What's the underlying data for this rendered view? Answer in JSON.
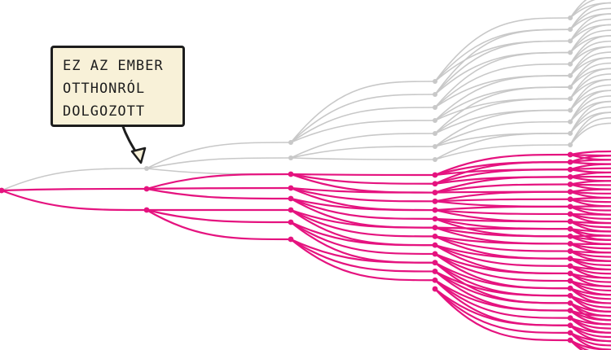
{
  "callout": {
    "lines": [
      "EZ AZ EMBER",
      "OTTHONRÓL",
      "DOLGOZOTT"
    ]
  },
  "colors": {
    "highlight": "#e5137f",
    "faded": "#c8c8c8",
    "ink": "#1d1d1d",
    "callout_bg": "#f8f1d8"
  },
  "tree": {
    "branching": "each node splits into children at every generation",
    "generations": 5,
    "highlighted_share": "lower branches highlighted pink, upper branches faded gray"
  }
}
